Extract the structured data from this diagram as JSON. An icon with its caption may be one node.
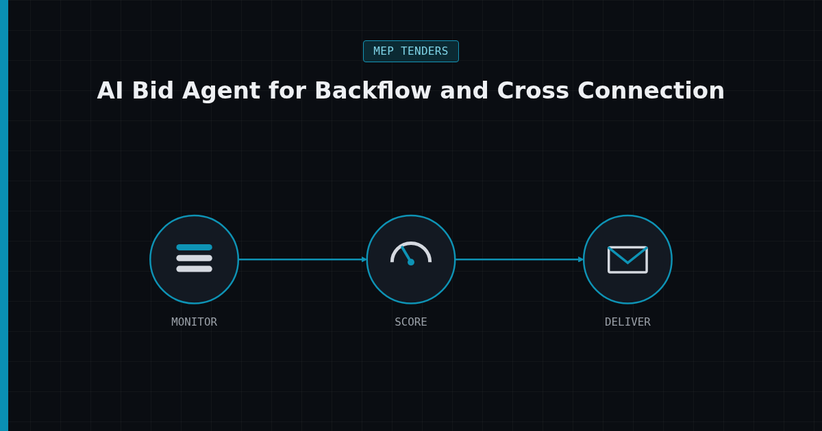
{
  "diagram": {
    "title": "AI Bid Agent for Backflow and Cross Connection",
    "nodes": [
      {
        "text": [
          "MONITOR"
        ]
      },
      {
        "text": [
          "SCORE"
        ]
      },
      {
        "text": [
          "DELIVER"
        ]
      }
    ],
    "edges": [
      {
        "from": 0,
        "to": 1,
        "arrow": "to"
      },
      {
        "from": 1,
        "to": 2,
        "arrow": "to"
      }
    ],
    "labels": [
      "MEP TENDERS"
    ]
  }
}
